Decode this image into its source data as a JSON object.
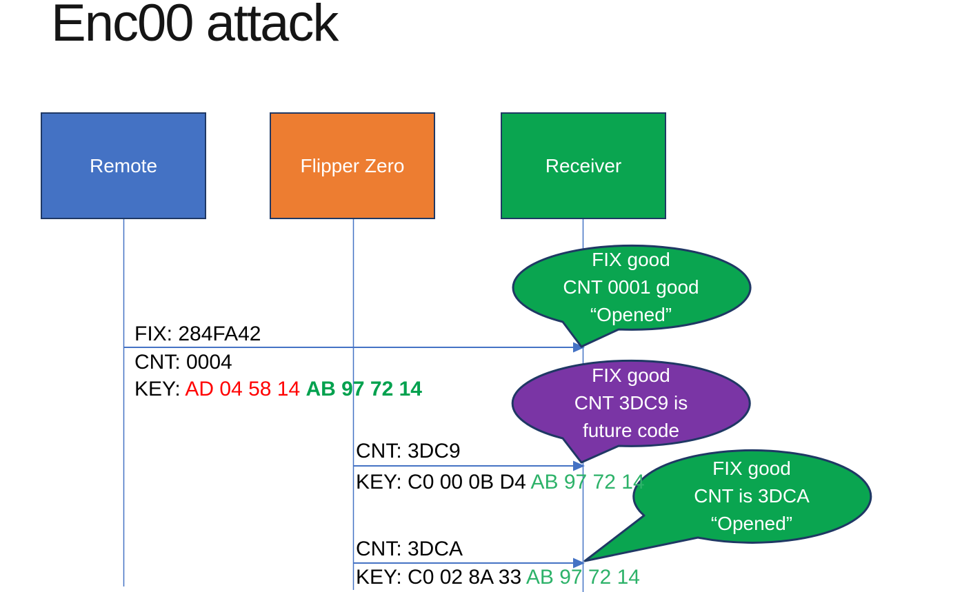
{
  "title": "Enc00 attack",
  "actors": [
    {
      "label": "Remote",
      "color": "#4472C4"
    },
    {
      "label": "Flipper Zero",
      "color": "#ED7D31"
    },
    {
      "label": "Receiver",
      "color": "#0AA550"
    }
  ],
  "messages": [
    {
      "fix": "FIX: 284FA42",
      "cnt": "CNT: 0004",
      "key_prefix": "KEY: ",
      "key_red": "AD 04 58 14 ",
      "key_green": "AB 97 72 14"
    },
    {
      "cnt": "CNT: 3DC9",
      "key_black": "KEY: C0 00 0B D4 ",
      "key_green": "AB 97 72 14"
    },
    {
      "cnt": "CNT: 3DCA",
      "key_black": "KEY: C0 02 8A 33 ",
      "key_green": "AB 97 72 14"
    }
  ],
  "callouts": [
    {
      "color": "#0AA550",
      "lines": [
        "FIX good",
        "CNT 0001 good",
        "“Opened”"
      ]
    },
    {
      "color": "#7A35A5",
      "lines": [
        "FIX good",
        "CNT 3DC9 is",
        "future code"
      ]
    },
    {
      "color": "#0AA550",
      "lines": [
        "FIX good",
        "CNT is 3DCA",
        "“Opened”"
      ]
    }
  ],
  "colors": {
    "outline_navy": "#1F3864",
    "arrow_blue": "#4472C4",
    "key_red": "#FF0000",
    "key_green_bold": "#00A14E",
    "key_green": "#2DB269",
    "text_black": "#000000",
    "title_black": "#151515"
  }
}
